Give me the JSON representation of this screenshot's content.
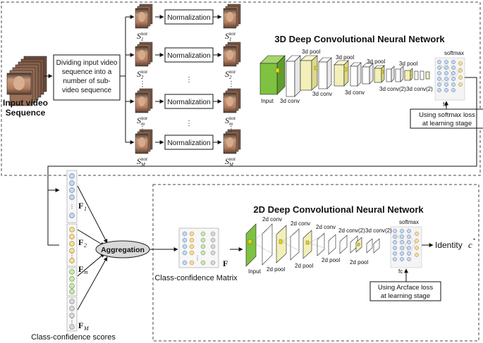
{
  "input_label_line1": "Input video",
  "input_label_line2": "Sequence",
  "divide_box": [
    "Dividing input video",
    "sequence into a",
    "number of sub-",
    "video sequence"
  ],
  "normalization_label": "Normalization",
  "seq_rows": [
    {
      "base": "S",
      "sup": "nor",
      "sub": "1"
    },
    {
      "base": "S",
      "sup": "nor",
      "sub": "2"
    },
    {
      "base": "S",
      "sup": "nor",
      "sub": "m"
    },
    {
      "base": "S",
      "sup": "nor",
      "sub": "M"
    }
  ],
  "ellipsis": "⋮",
  "net3d": {
    "title": "3D Deep Convolutional Neural Network",
    "labels": {
      "input": "Input",
      "conv1": "3d conv",
      "pool1": "3d pool",
      "conv2": "3d conv",
      "pool2": "3d pool",
      "conv3": "3d conv",
      "pool3": "3d pool",
      "conv4": "3d conv(2)",
      "pool4": "3d pool",
      "conv5": "3d conv(2)",
      "fc": "fc",
      "softmax": "softmax"
    },
    "loss_box": [
      "Using softmax loss",
      "at learning stage"
    ]
  },
  "scores": {
    "labels": [
      {
        "base": "F",
        "sub": "1"
      },
      {
        "base": "F",
        "sub": "2"
      },
      {
        "base": "F",
        "sub": "m"
      },
      {
        "base": "F",
        "sub": "M"
      }
    ],
    "caption": "Class-confidence scores"
  },
  "aggregation": "Aggregation",
  "matrix": {
    "caption": "Class-confidence Matrix",
    "symbol": "F"
  },
  "net2d": {
    "title": "2D Deep Convolutional Neural Network",
    "labels": {
      "input": "Input",
      "conv1": "2d conv",
      "pool1": "2d pool",
      "conv2": "2d conv",
      "pool2": "2d pool",
      "conv3": "2d conv",
      "pool3": "2d pool",
      "conv4": "2d conv(2)",
      "conv5": "3d conv(2)",
      "pool4": "2d pool",
      "fc": "fc",
      "softmax": "softmax"
    },
    "loss_box": [
      "Using Arcface loss",
      "at learning stage"
    ],
    "identity": "Identity",
    "identity_symbol": "c",
    "identity_sup": "*"
  },
  "colors": {
    "green": "#7fc241",
    "yellow": "#f2f0b8",
    "dash": "#444444",
    "node_blue": "#c6d9ef",
    "node_yellow": "#f4df9a",
    "node_green": "#cfe6b8",
    "node_grey": "#d9d9d9"
  }
}
